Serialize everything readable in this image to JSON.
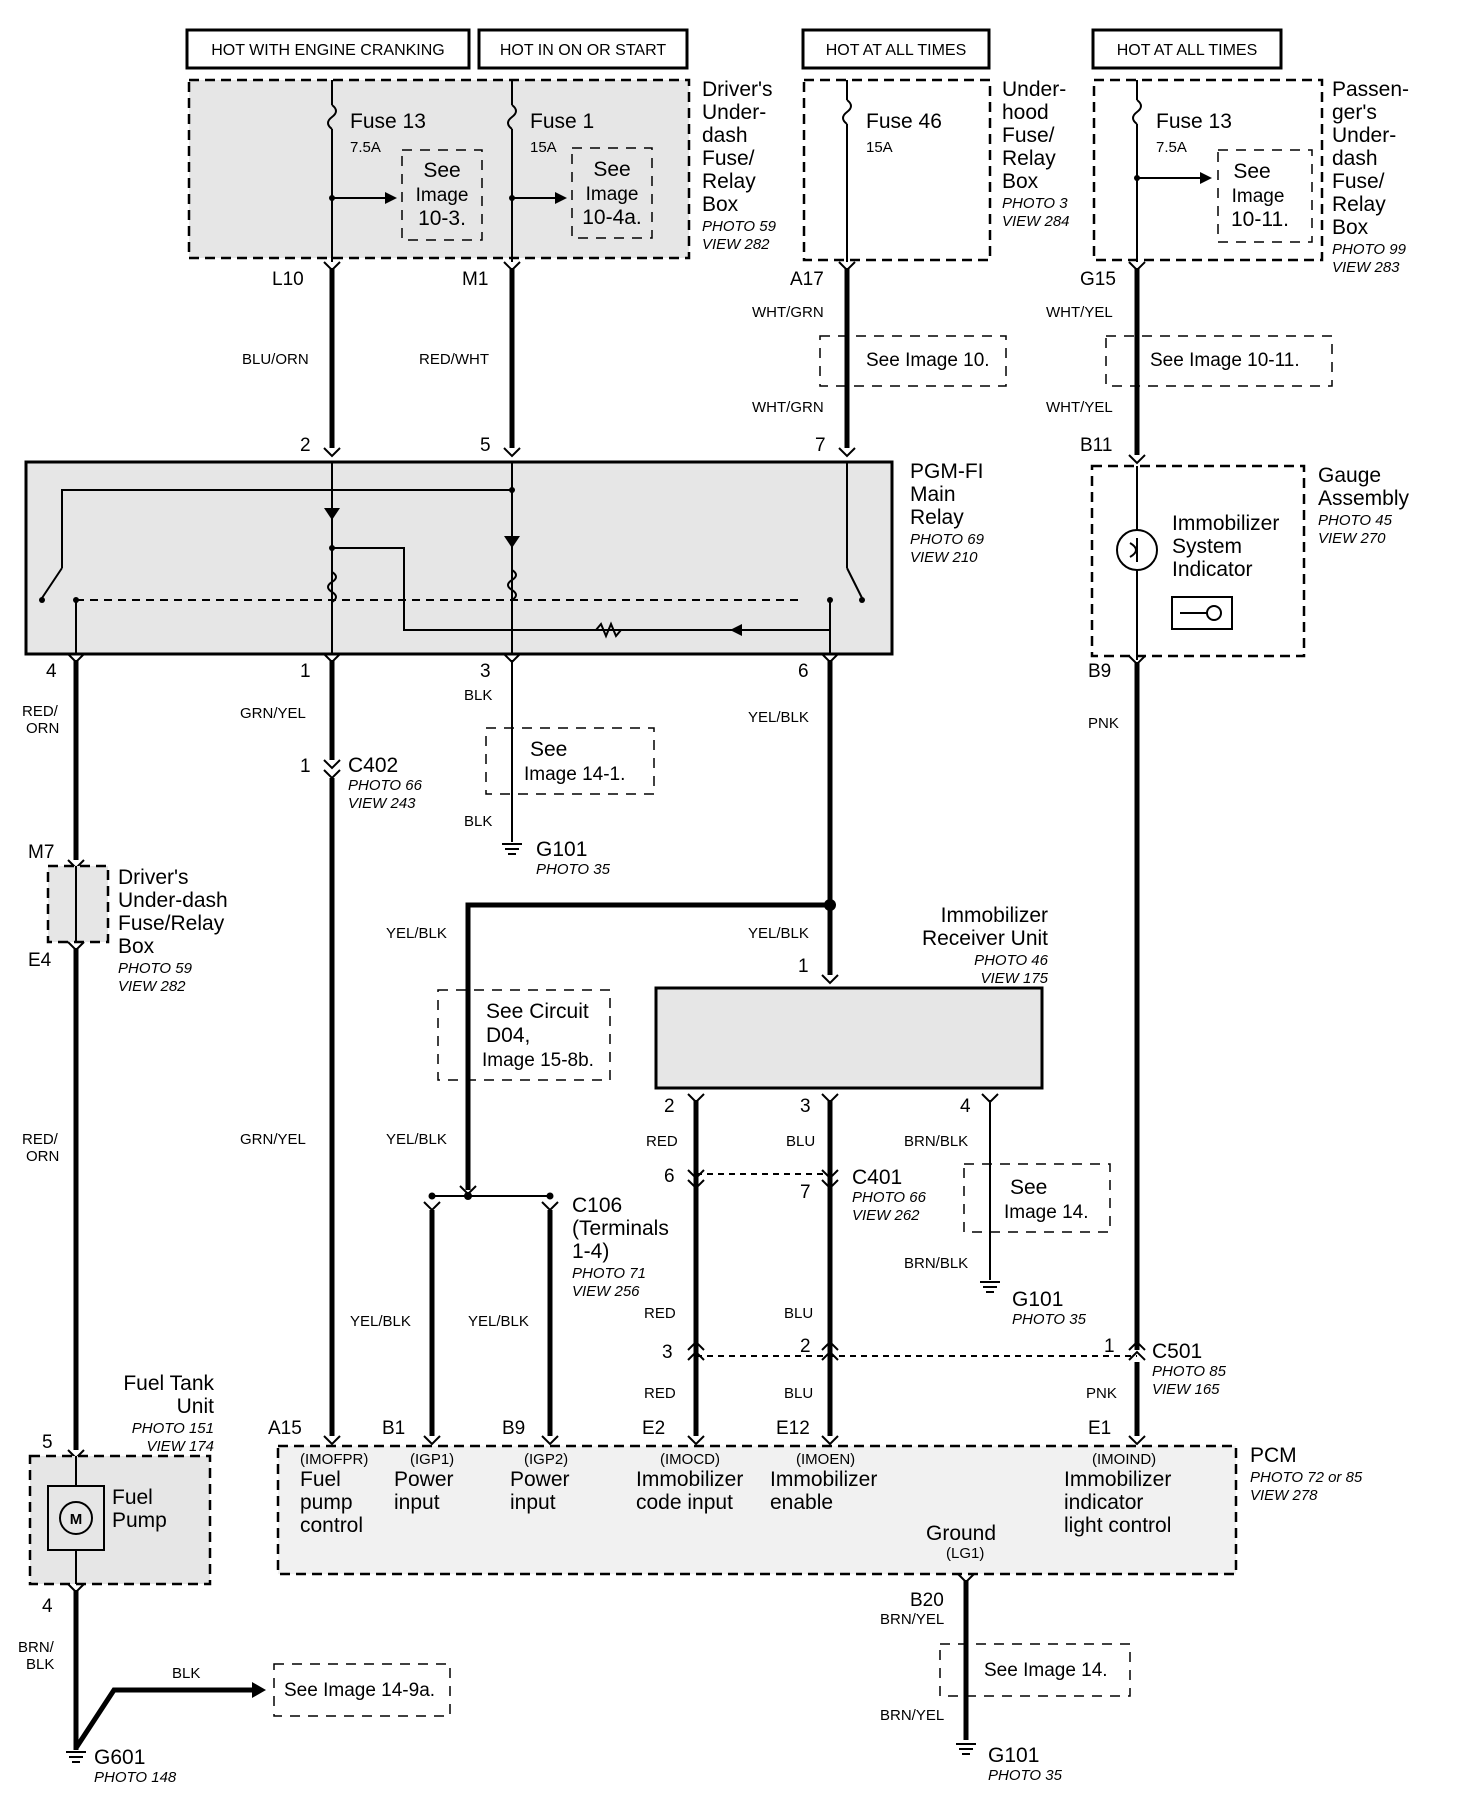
{
  "headers": {
    "h1": "HOT WITH ENGINE CRANKING",
    "h2": "HOT IN ON OR START",
    "h3": "HOT AT ALL TIMES",
    "h4": "HOT AT ALL TIMES"
  },
  "fuses": {
    "f13a": "Fuse 13",
    "f13a_amp": "7.5A",
    "f1": "Fuse 1",
    "f1_amp": "15A",
    "f46": "Fuse 46",
    "f46_amp": "15A",
    "f13b": "Fuse 13",
    "f13b_amp": "7.5A"
  },
  "see": {
    "s103": [
      "See",
      "Image",
      "10-3."
    ],
    "s104a": [
      "See",
      "Image",
      "10-4a."
    ],
    "s1011": [
      "See",
      "Image",
      "10-11."
    ],
    "s10": "See Image 10.",
    "s1011b": "See Image 10-11.",
    "s141": [
      "See",
      "Image 14-1."
    ],
    "d04": [
      "See Circuit",
      "D04,",
      "Image 15-8b."
    ],
    "s14a": [
      "See",
      "Image 14."
    ],
    "s149a": "See Image 14-9a.",
    "s14b": "See Image 14."
  },
  "components": {
    "dud_box": [
      "Driver's",
      "Under-",
      "dash",
      "Fuse/",
      "Relay",
      "Box"
    ],
    "dud_photo": "PHOTO 59",
    "dud_view": "VIEW 282",
    "uh_box": [
      "Under-",
      "hood",
      "Fuse/",
      "Relay",
      "Box"
    ],
    "uh_photo": "PHOTO 3",
    "uh_view": "VIEW 284",
    "pud_box": [
      "Passen-",
      "ger's",
      "Under-",
      "dash",
      "Fuse/",
      "Relay",
      "Box"
    ],
    "pud_photo": "PHOTO 99",
    "pud_view": "VIEW 283",
    "pgm": [
      "PGM-FI",
      "Main",
      "Relay"
    ],
    "pgm_photo": "PHOTO 69",
    "pgm_view": "VIEW 210",
    "gauge": [
      "Gauge",
      "Assembly"
    ],
    "gauge_photo": "PHOTO 45",
    "gauge_view": "VIEW 270",
    "indicator": [
      "Immobilizer",
      "System",
      "Indicator"
    ],
    "c402": "C402",
    "c402_photo": "PHOTO 66",
    "c402_view": "VIEW 243",
    "g101a": "G101",
    "g101a_photo": "PHOTO 35",
    "dud2": [
      "Driver's",
      "Under-dash",
      "Fuse/Relay",
      "Box"
    ],
    "dud2_photo": "PHOTO 59",
    "dud2_view": "VIEW 282",
    "iru": [
      "Immobilizer",
      "Receiver Unit"
    ],
    "iru_photo": "PHOTO 46",
    "iru_view": "VIEW 175",
    "c106": [
      "C106",
      "(Terminals",
      "1-4)"
    ],
    "c106_photo": "PHOTO 71",
    "c106_view": "VIEW 256",
    "c401": "C401",
    "c401_photo": "PHOTO 66",
    "c401_view": "VIEW 262",
    "g101b": "G101",
    "g101b_photo": "PHOTO 35",
    "c501": "C501",
    "c501_photo": "PHOTO 85",
    "c501_view": "VIEW 165",
    "ftu": [
      "Fuel Tank",
      "Unit"
    ],
    "ftu_photo": "PHOTO 151",
    "ftu_view": "VIEW 174",
    "fuel_pump": [
      "Fuel",
      "Pump"
    ],
    "pcm": "PCM",
    "pcm_photo": "PHOTO 72 or 85",
    "pcm_view": "VIEW 278",
    "g601": "G601",
    "g601_photo": "PHOTO 148",
    "g101c": "G101",
    "g101c_photo": "PHOTO 35"
  },
  "pcm_terms": {
    "t1": {
      "code": "(IMOFPR)",
      "lines": [
        "Fuel",
        "pump",
        "control"
      ]
    },
    "t2": {
      "code": "(IGP1)",
      "lines": [
        "Power",
        "input"
      ]
    },
    "t3": {
      "code": "(IGP2)",
      "lines": [
        "Power",
        "input"
      ]
    },
    "t4": {
      "code": "(IMOCD)",
      "lines": [
        "Immobilizer",
        "code input"
      ]
    },
    "t5": {
      "code": "(IMOEN)",
      "lines": [
        "Immobilizer",
        "enable"
      ]
    },
    "t6": {
      "code": "(IMOIND)",
      "lines": [
        "Immobilizer",
        "indicator",
        "light control"
      ]
    },
    "ground": "Ground",
    "ground_code": "(LG1)"
  },
  "pins": {
    "L10": "L10",
    "M1": "M1",
    "A17": "A17",
    "G15": "G15",
    "B11": "B11",
    "p2": "2",
    "p5": "5",
    "p7": "7",
    "p4": "4",
    "p1": "1",
    "p3": "3",
    "p6": "6",
    "B9g": "B9",
    "c402_1": "1",
    "M7": "M7",
    "E4": "E4",
    "iru_1": "1",
    "iru_2": "2",
    "iru_3": "3",
    "iru_4": "4",
    "c401_6": "6",
    "c401_7": "7",
    "c501_3": "3",
    "c501_2": "2",
    "c501_1": "1",
    "fp5": "5",
    "fp4": "4",
    "A15": "A15",
    "B1": "B1",
    "B9": "B9",
    "E2": "E2",
    "E12": "E12",
    "E1": "E1",
    "B20": "B20"
  },
  "wires": {
    "blu_orn": "BLU/ORN",
    "red_wht": "RED/WHT",
    "wht_grn1": "WHT/GRN",
    "wht_grn2": "WHT/GRN",
    "wht_yel1": "WHT/YEL",
    "wht_yel2": "WHT/YEL",
    "red_orn1": "RED/\nORN",
    "grn_yel1": "GRN/YEL",
    "blk1": "BLK",
    "blk2": "BLK",
    "yel_blk1": "YEL/BLK",
    "pnk1": "PNK",
    "yel_blk2": "YEL/BLK",
    "yel_blk3": "YEL/BLK",
    "red_orn2": "RED/\nORN",
    "grn_yel2": "GRN/YEL",
    "yel_blk4": "YEL/BLK",
    "red1": "RED",
    "blu1": "BLU",
    "brn_blk1": "BRN/BLK",
    "brn_blk2": "BRN/BLK",
    "yel_blk5": "YEL/BLK",
    "yel_blk6": "YEL/BLK",
    "red2": "RED",
    "blu2": "BLU",
    "red3": "RED",
    "blu3": "BLU",
    "pnk2": "PNK",
    "brn_blk3": "BRN/\nBLK",
    "blk3": "BLK",
    "brn_yel1": "BRN/YEL",
    "brn_yel2": "BRN/YEL"
  }
}
